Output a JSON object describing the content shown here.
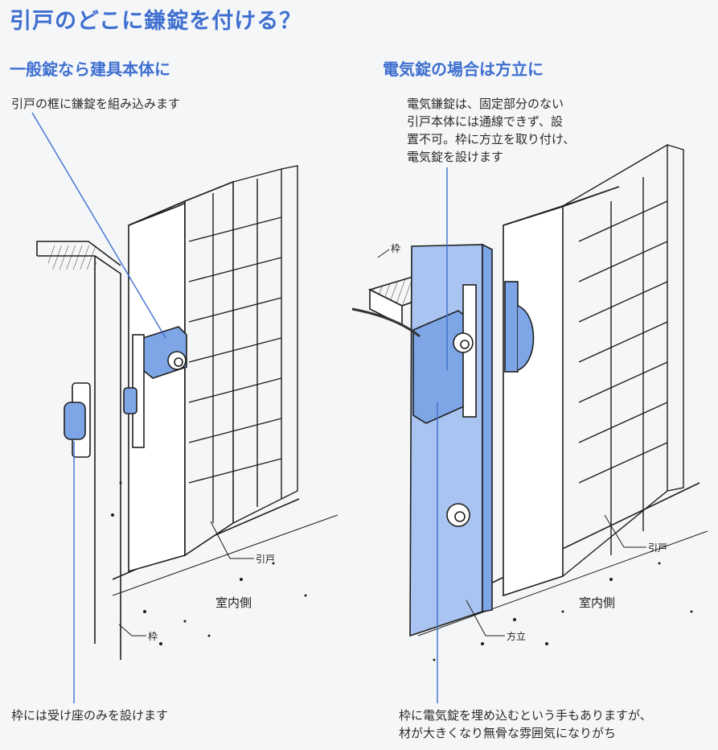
{
  "title": "引戸のどこに鎌錠を付ける？",
  "left": {
    "heading": "一般錠なら建具本体に",
    "note_top": "引戸の框に鎌錠を組み込みます",
    "note_bottom": "枠には受け座のみを設けます",
    "label_door": "引戸",
    "label_frame": "枠",
    "label_room": "室内側"
  },
  "right": {
    "heading": "電気錠の場合は方立に",
    "note_top": [
      "電気鎌錠は、固定部分のない",
      "引戸本体には通線できず、設",
      "置不可。枠に方立を取り付け、",
      "電気錠を設けます"
    ],
    "note_bottom": [
      "枠に電気錠を埋め込むという手もありますが、",
      "材が大きくなり無骨な雰囲気になりがち"
    ],
    "label_frame": "枠",
    "label_door": "引戸",
    "label_mullion": "方立",
    "label_room": "室内側"
  },
  "colors": {
    "accent": "#3f6fd0",
    "lock_fill": "#7ea6e6",
    "mullion_fill": "#a9c4f0",
    "ink": "#1e1e1e"
  }
}
